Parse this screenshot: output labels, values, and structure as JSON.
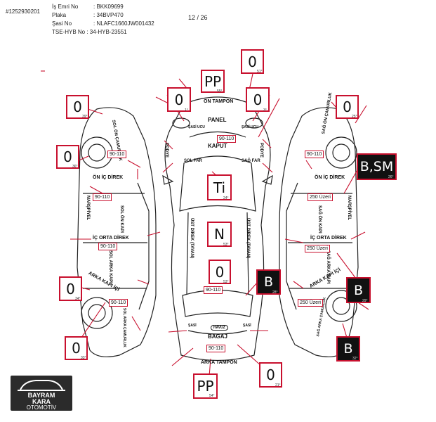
{
  "header": {
    "listing_id": "#1252930201",
    "is_emri_label": "İş Emri No",
    "is_emri_value": ": BKK09699",
    "plaka_label": "Plaka",
    "plaka_value": ": 34BVP470",
    "sasi_label": "Şasi No",
    "sasi_value": ": NLAFC1660JW001432",
    "tse_line": "TSE-HYB No : 34-HYB-23551",
    "page_number": "12 / 26"
  },
  "labels": {
    "on_tampon": "ÖN TAMPON",
    "panel": "PANEL",
    "kaput": "KAPUT",
    "bagaj": "BAGAJ",
    "arka_tampon": "ARKA TAMPON",
    "havuz": "HAVUZ",
    "far_sol": "SOL FAR",
    "far_sag": "SAĞ FAR",
    "sasi_ucu_sol": "ŞASİ UCU",
    "sasi_ucu_sag": "ŞASİ UCU",
    "sasi_arka_sol": "ŞASİ",
    "sasi_arka_sag": "ŞASİ",
    "podye_sol": "PODYE",
    "podye_sag": "PODYE",
    "ust_direk_sol": "ÜST DİREK (TAVAN)",
    "ust_direk_sag": "ÜST DİREK (TAVAN)",
    "sol_on_camurluk": "SOL ÖN ÇAMURLUK",
    "sag_on_camurluk": "SAĞ ÖN ÇAMURLUK",
    "sol_on_ic_direk": "ÖN İÇ DİREK",
    "sag_on_ic_direk": "ÖN İÇ DİREK",
    "sol_marspiyel": "MARŞPİYEL",
    "sag_marspiyel": "MARŞPİYEL",
    "sol_on_kapi": "SOL ÖN KAPI",
    "sag_on_kapi": "SAĞ ÖN KAPI",
    "sol_orta_direk": "İÇ ORTA DİREK",
    "sag_orta_direk": "İÇ ORTA DİREK",
    "sol_arka_kapi": "SOL ARKA KAPI",
    "sag_arka_kapi": "SAĞ ARKA KAPI",
    "sol_arka_ic": "ARKA KAPI İÇİ",
    "sag_arka_ic": "ARKA KAPI İÇİ",
    "sol_arka_camurluk": "SOL ARKA ÇAMURLUK",
    "sag_arka_camurluk": "SAĞ ARKA ÇAMURLUK"
  },
  "codes": {
    "on_tampon": "PP",
    "on_tampon_deg": "55°",
    "sol_far": "0",
    "sol_far_deg": "1°",
    "sag_far": "0",
    "sag_far_deg": "3°",
    "panel": "0",
    "panel_deg": "51°",
    "kaput": "Ti",
    "kaput_deg": "24°",
    "tavan": "N",
    "tavan_deg": "53°",
    "bagaj": "0",
    "bagaj_deg": "53°",
    "arka_tampon": "PP",
    "arka_tampon_deg": "54°",
    "bagaj_alt": "0",
    "bagaj_alt_deg": "21°",
    "sol_on_camurluk": "0",
    "sol_on_camurluk_deg": "39°",
    "sol_on_kapi": "0",
    "sol_on_kapi_deg": "36°",
    "sol_arka_kapi": "0",
    "sol_arka_kapi_deg": "34°",
    "sol_arka_camurluk": "0",
    "sol_arka_camurluk_deg": "33°",
    "sag_on_camurluk": "0",
    "sag_on_camurluk_deg": "25°",
    "sag_on_kapi": "B,SM",
    "sag_on_kapi_deg": "26°",
    "sag_orta": "B",
    "sag_orta_deg": "28°",
    "sag_arka_kapi": "B",
    "sag_arka_kapi_deg": "29°",
    "sag_arka_camurluk": "B",
    "sag_arka_camurluk_deg": "32°"
  },
  "measurements": {
    "kaput": "90-110",
    "bagaj_ust": "90-110",
    "bagaj": "90-110",
    "sol_on_camurluk": "90-110",
    "sol_on_kapi": "90-110",
    "sol_orta": "90-110",
    "sol_arka": "90-110",
    "sag_on_camurluk": "90-110",
    "sag_on_kapi": "250 Üzeri",
    "sag_orta": "250 Üzeri",
    "sag_arka": "250 Üzeri"
  },
  "logo": {
    "line1": "BAYRAM",
    "line2": "KARA",
    "line3": "OTOMOTİV"
  },
  "colors": {
    "accent": "#c8102e",
    "outline": "#222222",
    "dark_box": "#111111"
  }
}
